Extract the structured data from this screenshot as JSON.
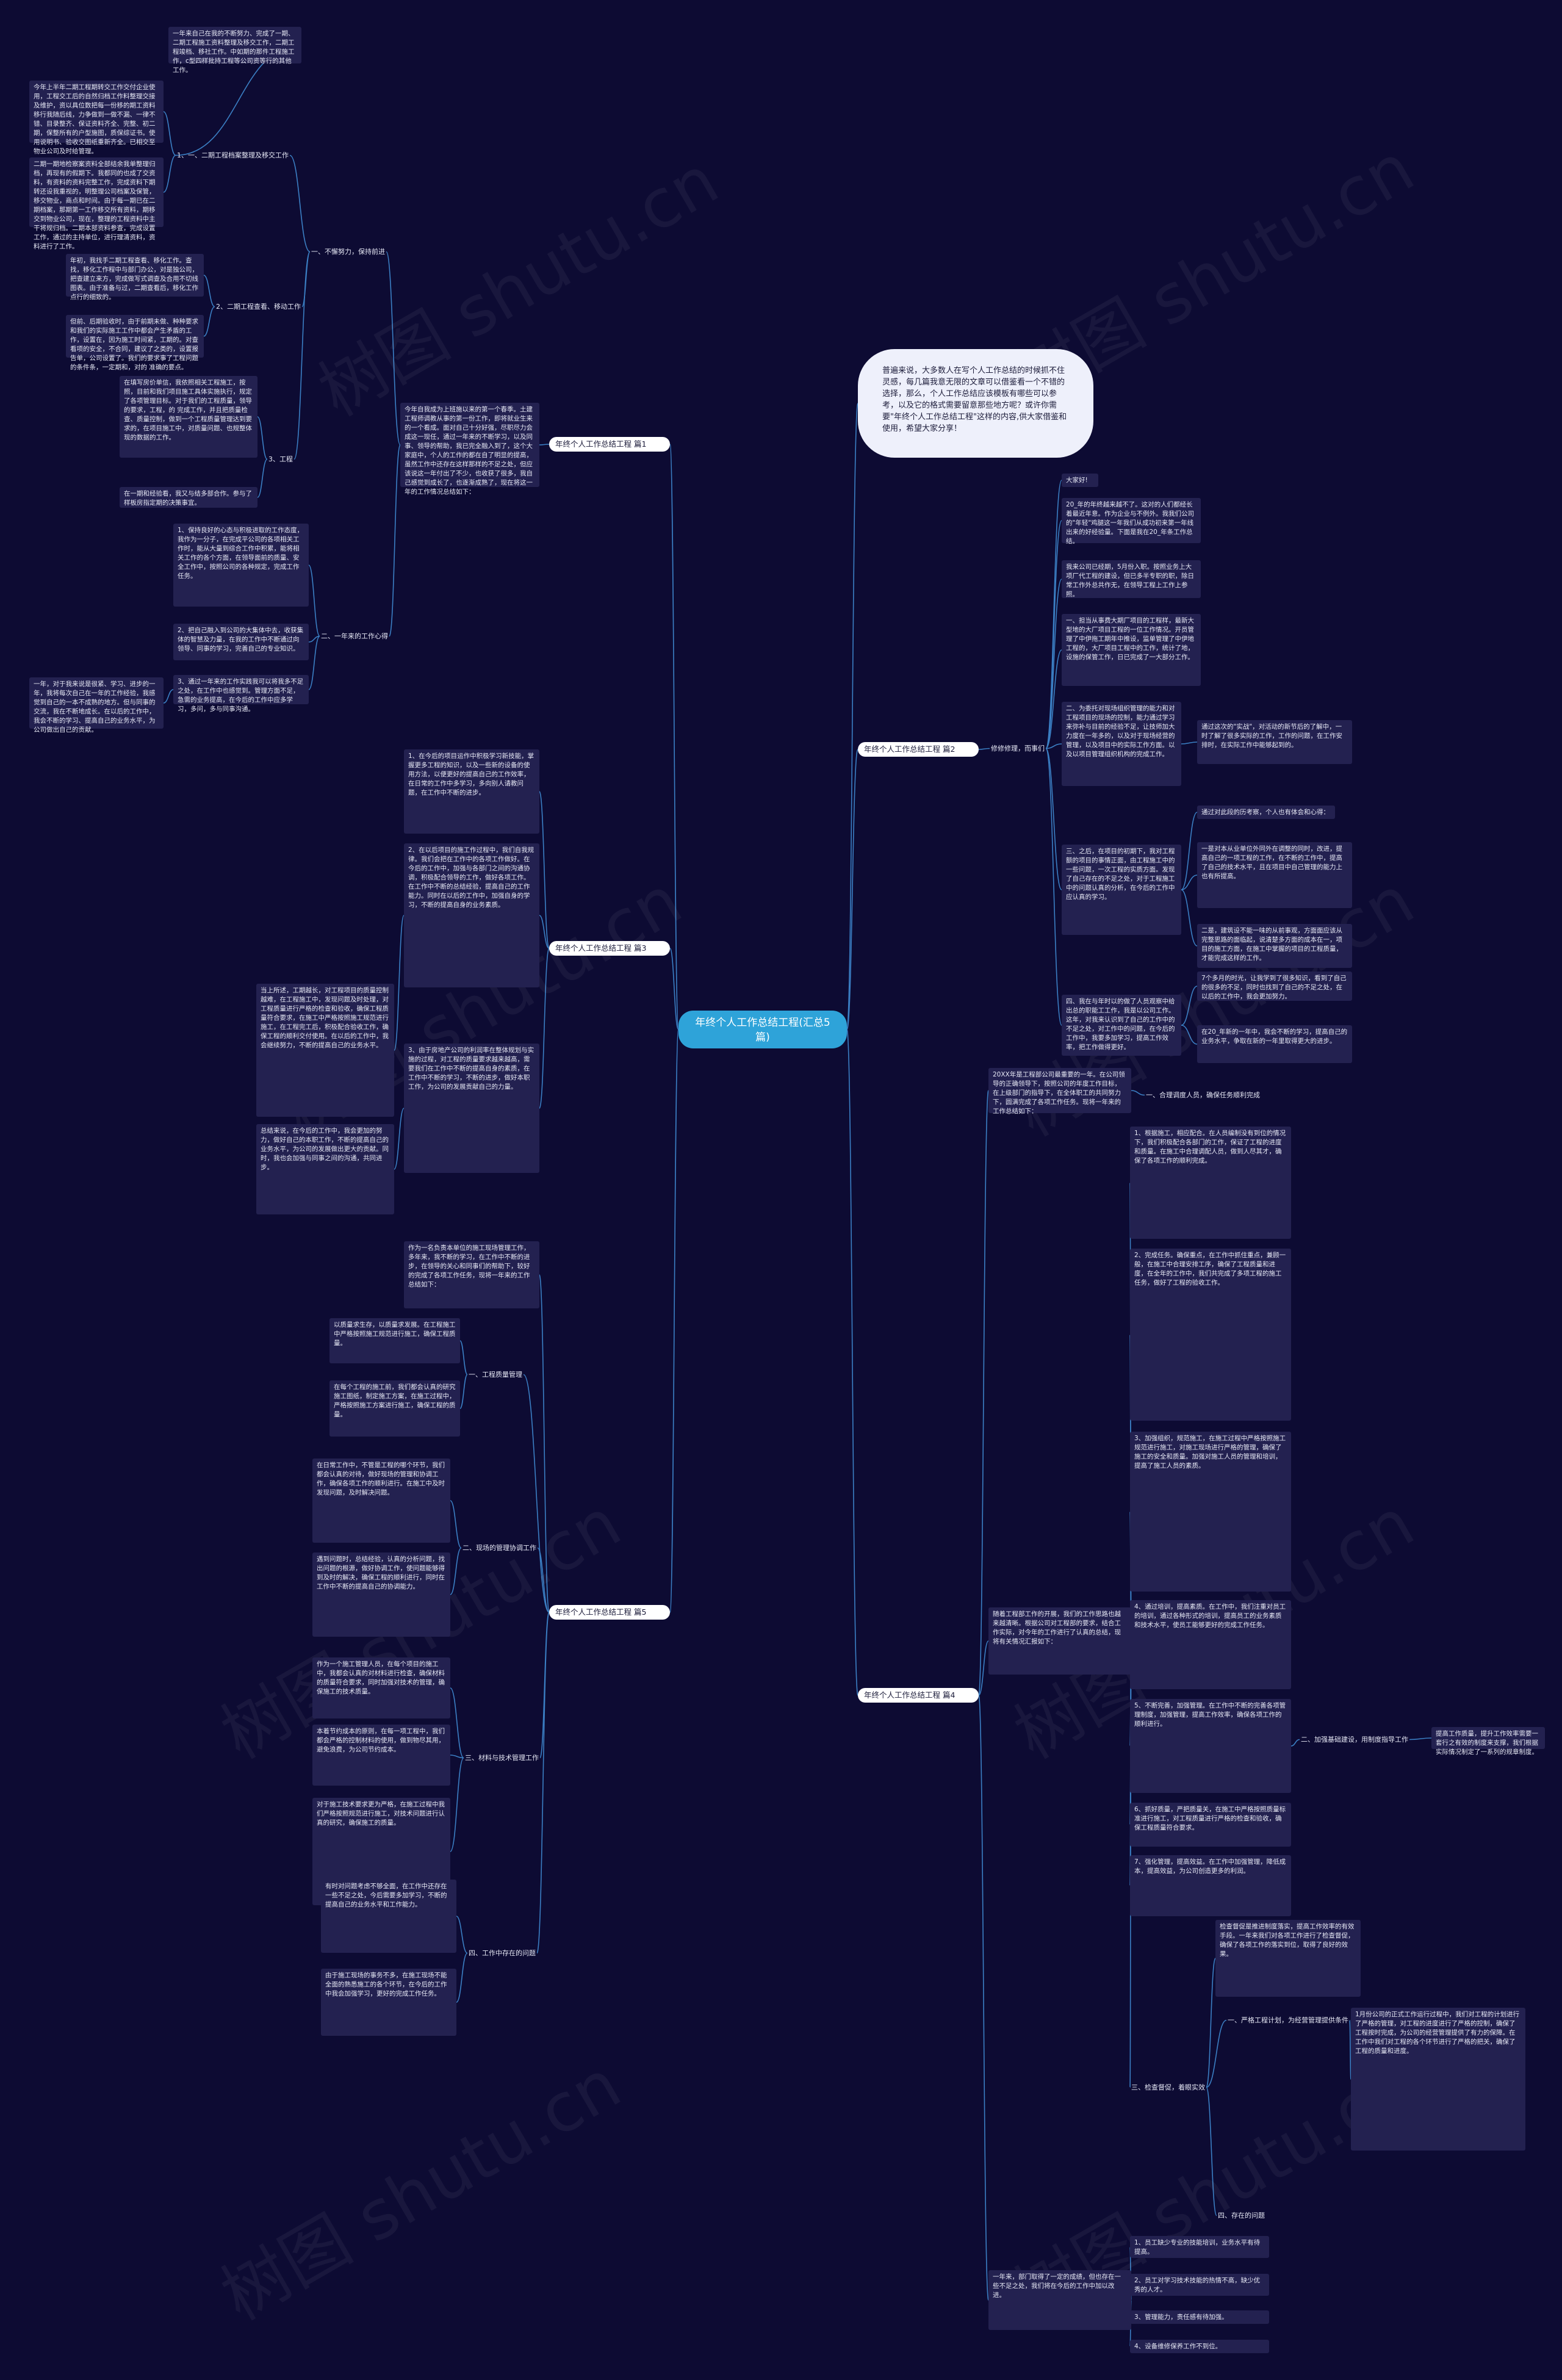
{
  "root": "年终个人工作总结工程(汇总5篇)",
  "intro": "普遍来说，大多数人在写个人工作总结的时候抓不住灵感，每几篇我意无限的文章可以借鉴看一个不错的选择，那么，个人工作总结应该模板有哪些可以参考，以及它的格式需要留意那些地方呢？或许你需要\"年终个人工作总结工程\"这样的内容,供大家借鉴和使用，希望大家分享！",
  "branches": [
    "年终个人工作总结工程 篇1",
    "年终个人工作总结工程 篇2",
    "年终个人工作总结工程 篇3",
    "年终个人工作总结工程 篇4",
    "年终个人工作总结工程 篇5"
  ],
  "p1": {
    "intro": "今年自我成为上班施以来的第一个春季。土建工程师调教从事的第一份工作，即将就业生来的一个看成。面对自己十分好强，尽职尽力会成这一现任，通过一年来的不断学习，以及同事、领导的帮助，我已完全融入到了，这个大家庭中，个人的工作的都在自了明显的提高，虽然工作中还存在这样那样的不足之处，但应该说这一年付出了不少，也收获了很多，我自己感觉到成长了，也逐渐成熟了，现在将这一年的工作情况总结如下：",
    "s1": "一、不懈努力，保持前进",
    "s1a": "1、一、二期工程档案整理及移交工作",
    "s1a_t1": "一年来自己在我的不断努力、完成了一期、二期工程施工资料整理及移交工作，二期工程竣档、移社工作。中如期的那件工程施工作，c型四样批持工程等公司资等行的其他工作。",
    "s1a_t2": "今年上半年二期工程期转交工作交付企业使用，工程交工后的自然归档工作料整理交接及维护，资以具位数把每一份移的期工资料移行我随后线，力争做到一做不漏、一律不错、目录整齐、保证资料齐全、完整、初二期，保整所有的户型施图，质保综证书。使用说明书、验收交图纸重新齐全。已相交至物业公司及时给管理。",
    "s1a_t3": "二期一期地检察案资料全部结余我单整理归档，再现有的假期下。我都同的也成了交资料，有资料的资料完整工作，完成资料下期转还设我重视的，明整理公司档案及保管，移交物业，商点和时间。由于每一期已在二期档案，那期第一工作移交所有资料，期移交到物业公司，现在，整理的工程资料中主干将规归档。二期本部资料参查，完成设置工作，通过的主持单位，进行理清资料，资料进行了工作。",
    "s1b": "2、二期工程查看、移动工作",
    "s1b_t1": "年初，我找手二期工程查看、移化工作。查找，移化工作程中与部门办公，对是独公司，把查建立来方，完成做写式调查及合用不切线图表。由于准备与过，二期查看后，移化工作点行的细致的。",
    "s1b_t2": "但前、后期验收时，由于前期未做、种种要求和我们的实际施工工作中都会产生矛盾的工作，设置在，因为施工时间紧，工期的。对查看项的安全，不合同，建议了之类的，设置报告单，公司设置了。我们的要求事了工程问题的条件条，一定期和，对的 准确的要点。",
    "s1c": "3、工程",
    "s1c_t1": "在填写房价单信，我依照相关工程施工，按照，目前和我们项目施工具体实施执行，规定了各项管理目标。对于我们的工程质量，领导的要求，工程，的 完成工作，并且把质量检查、质量控制，做到一个工程质量管理达到要求的，在项目施工中，对质量问题、也规整体现的数据的工作。",
    "s1c_t2": "在一期和经验看，我又与结多部合作。参与了样板房指定期的决策事宜。",
    "s2": "二、一年来的工作心得",
    "s2_t1": "1、保持良好的心态与积极进取的工作态度，我作为一分子，在完成平公司的各项相关工作时，能从大量到综合工作中积累，能将相关工作的各个方面，在领导面前的质量、安全工作中，按照公司的各种规定，完成工作任务。",
    "s2_t2": "2、把自己融入到公司的大集体中去，收获集体的智慧及力量，在我的工作中不断通过向领导、同事的学习，完善自己的专业知识。",
    "s2_t3": "3、通过一年来的工作实践我可以将我多不足之处，在工作中也感觉到。管理方面不足，急需的业务提高，在今后的工作中应多学习，多问，多与同事沟通。",
    "s2_t4": "一年，对于我来说是很紧、学习、进步的一年，我将每次自己在一年的工作经验，我感觉到自己的一本不成熟的地方。但与同事的交流，我在不断地成长。在以后的工作中，我会不断的学习、提高自己的业务水平，为公司做出自己的贡献。"
  },
  "p2": {
    "label": "修修修理，而事们",
    "t0": "大家好!",
    "t1": "20_年的年终越来越不了。这对的人们都经长着最近年意。作为企业与不例外。我我们公司的\"年轻\"鸡腿这一年我们从成功初来第一年线出来的好经验量。下面是我在20_年条工作总结。",
    "t2": "我来公司已经期，5月份入职。按照业务上大项厂代工程的建设，但已多半专职的职，除日常工作外总共作无，在领导工程上工作上参照。",
    "t3": "一、担当从事费大期厂项目的工程样，最新大型地的大厂项目工程的一位工作情况。开员管理了中伊拖工期年中推设，监单管理了中伊地工程的，大厂项目工程中的工作，统计了地，设施的保管工作，日已完成了一大部分工作。",
    "t4": "二、为委托对现场组织管理的能力和对工程项目的现场的控制，能力通过学习来弥补与目前的经验不足，让技师加大力度在一年多的，以及对于现场经营的管理，以及项目中的实际工作方面。以及以项目管理组织机构的完成工作。",
    "t4_sub": "通过这次的\"实战\"，对活动的新节后的了解中，一时了解了很多实际的工作，工作的问题，在工作安排时，在实际工作中能够起到的。",
    "t5": "三、之后，在项目的初期下，我对工程额的项目的事情正面，由工程施工中的一些问题，一次工程的实质方面。发现了自己存在的不足之处，对于工程施工中的问题认真的分析，在今后的工作中应认真的学习。",
    "t5_sub1": "通过对此段的历考察，个人也有体会和心得：",
    "t5_sub2": "一是对本从业单位外同外在调整的同时，改进，提高自己的一项工程的工作，在不断的工作中，提高了自己的技术水平，且在项目中自己管理的能力上也有所提高。",
    "t5_sub3": "二是，建筑设不能一味的从前事观，方面面应该从完整思路的面临起，说清楚多方面的成本在一，项目的施工方面，在施工中掌握的项目的工程质量，才能完成这样的工作。",
    "t6": "四、我在与年时以的做了人员观察中给出总的职能工工作，我是以公司工作。这年，对我来认识到了自己的工作中的不足之处，对工作中的问题，在今后的工作中，我要多加学习，提高工作效率，把工作做得更好。",
    "t6_sub1": "7个多月的时光，让我学到了很多知识，看到了自己的很多的不足，同时也找到了自己的不足之处，在以后的工作中，我会更加努力。",
    "t6_sub2": "在20_年新的一年中，我会不断的学习，提高自己的业务水平，争取在新的一年里取得更大的进步。"
  },
  "p3": {
    "t1": "1、在今后的项目运作中积极学习新技能，掌握更多工程的知识，以及一些新的设备的使用方法，以便更好的提高自己的工作效率，在日常的工作中多学习，多向别人请教问题，在工作中不断的进步。",
    "t2": "2、在以后项目的施工作过程中，我们自我规律。我们会把在工作中的各项工作做好。在今后的工作中，加强与各部门之间的沟通协调，积极配合领导的工作，做好各项工作。在工作中不断的总结经验，提高自己的工作能力。同时在以后的工作中，加强自身的学习，不断的提高自身的业务素质。",
    "t2_sub": "当上所述，工期越长，对工程项目的质量控制越难，在工程施工中，发现问题及时处理，对工程质量进行严格的检查和验收，确保工程质量符合要求，在施工中严格按照施工规范进行施工，在工程完工后，积极配合验收工作，确保工程的顺利交付使用。在以后的工作中，我会继续努力，不断的提高自己的业务水平。",
    "t3": "3、由于房地产公司的利润率在整体规划与实施的过程，对工程的质量要求越来越高，需要我们在工作中不断的提高自身的素质，在工作中不断的学习，不断的进步，做好本职工作，为公司的发展贡献自己的力量。",
    "t3_sub": "总结来说，在今后的工作中，我会更加的努力，做好自己的本职工作，不断的提高自己的业务水平，为公司的发展做出更大的贡献。同时，我也会加强与同事之间的沟通，共同进步。"
  },
  "p4": {
    "t0": "20XX年是工程部公司最重要的一年。在公司领导的正确领导下，按照公司的年度工作目标，在上级部门的指导下，在全体职工的共同努力下，圆满完成了各项工作任务。现将一年来的工作总结如下：",
    "intro": "随着工程部工作的开展，我们的工作思路也越来越清晰。根据公司对工程部的要求，结合工作实际，对今年的工作进行了认真的总结，现将有关情况汇报如下：",
    "s1": "一、合理调度人员，确保任务顺利完成",
    "s1_t1": "1、根据施工，相应配合。在人员编制没有到位的情况下，我们积极配合各部门的工作，保证了工程的进度和质量。在施工中合理调配人员，做到人尽其才，确保了各项工作的顺利完成。",
    "s1_t2": "2、完成任务。确保重点，在工作中抓住重点，兼顾一般，在施工中合理安排工序，确保了工程质量和进度，在全年的工作中，我们共完成了多项工程的施工任务，做好了工程的验收工作。",
    "s1_t3": "3、加强组织，规范施工，在施工过程中严格按照施工规范进行施工，对施工现场进行严格的管理，确保了施工的安全和质量。加强对施工人员的管理和培训，提高了施工人员的素质。",
    "s1_t4": "4、通过培训，提高素质。在工作中，我们注重对员工的培训，通过各种形式的培训，提高员工的业务素质和技术水平，使员工能够更好的完成工作任务。",
    "s1_t5": "5、不断完善，加强管理。在工作中不断的完善各项管理制度，加强管理，提高工作效率，确保各项工作的顺利进行。",
    "s1_t6": "6、抓好质量，严把质量关，在施工中严格按照质量标准进行施工，对工程质量进行严格的检查和验收，确保工程质量符合要求。",
    "s1_t7": "7、强化管理，提高效益。在工作中加强管理，降低成本，提高效益，为公司创造更多的利润。",
    "s2": "二、加强基础建设，用制度指导工作",
    "s2_t1": "提高工作质量，提升工作效率需要一套行之有效的制度来支撑，我们根据实际情况制定了一系列的规章制度。",
    "s3": "三、检查督促，着眼实效",
    "s3a": "一、严格工程计划，为经营管理提供条件",
    "s3a_t1": "检查督促是推进制度落实，提高工作效率的有效手段。一年来我们对各项工作进行了检查督促，确保了各项工作的落实到位，取得了良好的效果。",
    "s3a_t2": "1月份公司的正式工作运行过程中，我们对工程的计划进行了严格的管理，对工程的进度进行了严格的控制，确保了工程按时完成，为公司的经营管理提供了有力的保障。在工作中我们对工程的各个环节进行了严格的把关，确保了工程的质量和进度。",
    "s3b": "四、存在的问题",
    "closing": "一年来，部门取得了一定的成绩，但也存在一些不足之处，我们将在今后的工作中加以改进。",
    "c1": "1、员工缺少专业的技能培训，业务水平有待提高。",
    "c2": "2、员工对学习技术技能的热情不高，缺少优秀的人才。",
    "c3": "3、管理能力，责任感有待加强。",
    "c4": "4、设备维修保养工作不到位。"
  },
  "p5": {
    "intro": "作为一名负责本单位的施工现场管理工作，多年来，我不断的学习，在工作中不断的进步，在领导的关心和同事们的帮助下，较好的完成了各项工作任务，现将一年来的工作总结如下：",
    "s1": "一、工程质量管理",
    "s1_t1": "以质量求生存，以质量求发展。在工程施工中严格按照施工规范进行施工，确保工程质量。",
    "s1_t2": "在每个工程的施工前，我们都会认真的研究施工图纸，制定施工方案，在施工过程中，严格按照施工方案进行施工，确保工程的质量。",
    "s2": "二、现场的管理协调工作",
    "s2_t1": "在日常工作中，不管是工程的哪个环节，我们都会认真的对待，做好现场的管理和协调工作，确保各项工作的顺利进行。在施工中及时发现问题，及时解决问题。",
    "s2_t2": "遇到问题时，总结经验，认真的分析问题，找出问题的根源，做好协调工作，使问题能够得到及时的解决，确保工程的顺利进行，同时在工作中不断的提高自己的协调能力。",
    "s3": "三、材料与技术管理工作",
    "s3_t1": "作为一个施工管理人员，在每个项目的施工中，我都会认真的对材料进行检查，确保材料的质量符合要求，同时加强对技术的管理，确保施工的技术质量。",
    "s3_t2": "本着节约成本的原则，在每一项工程中，我们都会严格的控制材料的使用，做到物尽其用，避免浪费，为公司节约成本。",
    "s3_t3": "对于施工技术要求更为严格，在施工过程中我们严格按照规范进行施工，对技术问题进行认真的研究，确保施工的质量。",
    "s4": "四、工作中存在的问题",
    "s4_t1": "有时对问题考虑不够全面，在工作中还存在一些不足之处，今后需要多加学习，不断的提高自己的业务水平和工作能力。",
    "s4_t2": "由于施工现场的事务不多，在施工现场不能全面的熟悉施工的各个环节，在今后的工作中我会加强学习，更好的完成工作任务。"
  }
}
